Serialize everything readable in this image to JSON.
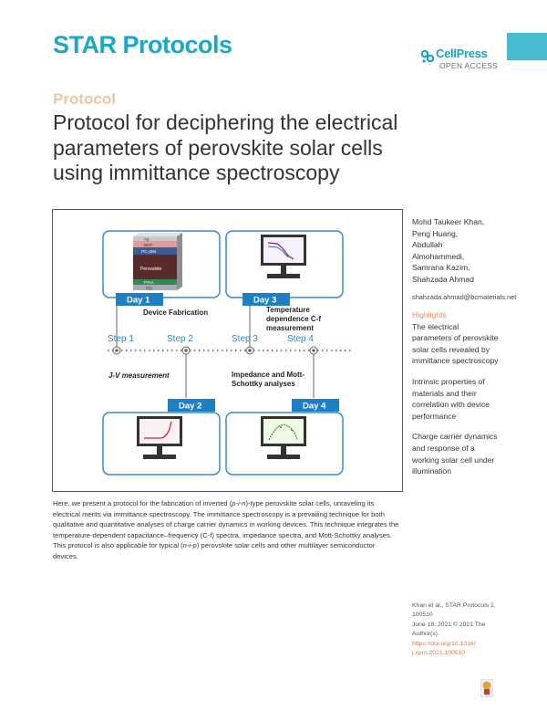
{
  "journal": "STAR Protocols",
  "publisher": {
    "name": "CellPress",
    "tag": "OPEN ACCESS"
  },
  "article_type": "Protocol",
  "title": "Protocol for deciphering the electrical parameters of perovskite solar cells using immittance spectroscopy",
  "figure": {
    "layers": [
      "Ag",
      "BCP",
      "PC₇₁BM",
      "Perovskite",
      "PTAA",
      "ITO"
    ],
    "days": [
      "Day 1",
      "Day 2",
      "Day 3",
      "Day 4"
    ],
    "steps": [
      "Step 1",
      "Step 2",
      "Step 3",
      "Step 4"
    ],
    "device_fabrication": "Device Fabrication",
    "temp_line1": "Temperature",
    "temp_line2": "dependence C-f",
    "temp_line3": "measurement",
    "jv": "J-V measurement",
    "imp_line1": "Impedance and Mott-",
    "imp_line2": "Schottky analyses"
  },
  "abstract": {
    "p1": "Here, we present a protocol for the fabrication of inverted (",
    "pin": "p-i-n",
    "p2": ")-type perovskite solar cells, unraveling its electrical merits via immittance spectroscopy. The immittance spectroscopy is a prevailing technique for both qualitative and quantitative analyses of charge carrier dynamics in working devices. This technique integrates the temperature-dependent capacitance–frequency (C-f) spectra, impedance spectra, and Mott-Schottky analyses. This protocol is also applicable for typical (",
    "nip": "n-i-p",
    "p3": ") perovskite solar cells and other multilayer semiconductor devices."
  },
  "authors": [
    "Mohd Taukeer Khan,",
    "Peng Huang,",
    "Abdullah",
    "Almohammedi,",
    "Samrana Kazim,",
    "Shahzada Ahmad"
  ],
  "email": "shahzada.ahmad@bcmaterials.net",
  "highlights_heading": "Highlights",
  "highlights": [
    "The electrical parameters of perovskite solar cells revealed by immittance spectroscopy",
    "Intrinsic properties of materials and their correlation with device performance",
    "Charge carrier dynamics and response of a working solar cell under illumination"
  ],
  "citation": {
    "line1": "Khan et al., STAR Protocols 2,",
    "line2": "100510",
    "line3": "June 18, 2021 © 2021 The",
    "line4": "Author(s).",
    "doi1": "https://doi.org/10.1016/",
    "doi2": "j.xpro.2021.100510"
  },
  "colors": {
    "brand": "#1aa7c8",
    "accent": "#e98a57",
    "figure_blue": "#1e7fc2"
  }
}
